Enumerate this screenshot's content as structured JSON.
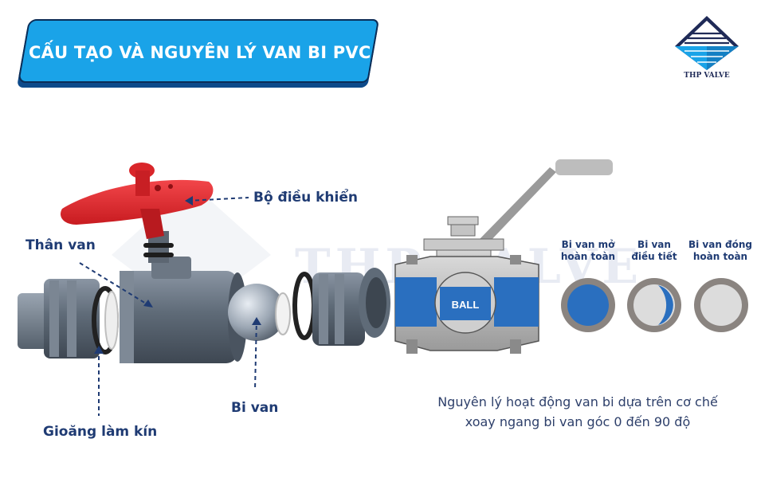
{
  "title": "CẤU TẠO VÀ NGUYÊN LÝ VAN BI PVC",
  "logo": {
    "brand": "THP VALVE"
  },
  "watermark": "THP VALVE",
  "labels": {
    "controller": "Bộ điều khiển",
    "body": "Thân van",
    "ball": "Bi van",
    "gasket": "Gioăng làm kín"
  },
  "ball_cutaway_label": "BALL",
  "states": [
    {
      "line1": "Bi van mở",
      "line2": "hoàn toàn"
    },
    {
      "line1": "Bi van",
      "line2": "điều tiết"
    },
    {
      "line1": "Bi van đóng",
      "line2": "hoàn toàn"
    }
  ],
  "description": {
    "line1": "Nguyên lý hoạt động van bi dựa trên cơ chế",
    "line2": "xoay ngang bi van góc 0 đến 90 độ"
  },
  "colors": {
    "banner": "#1aa3e8",
    "banner_border": "#0b2d57",
    "label_text": "#1f3b73",
    "pvc_grey": "#5f6b78",
    "handle_red": "#e3262b",
    "flow_blue": "#2a6fbf"
  }
}
